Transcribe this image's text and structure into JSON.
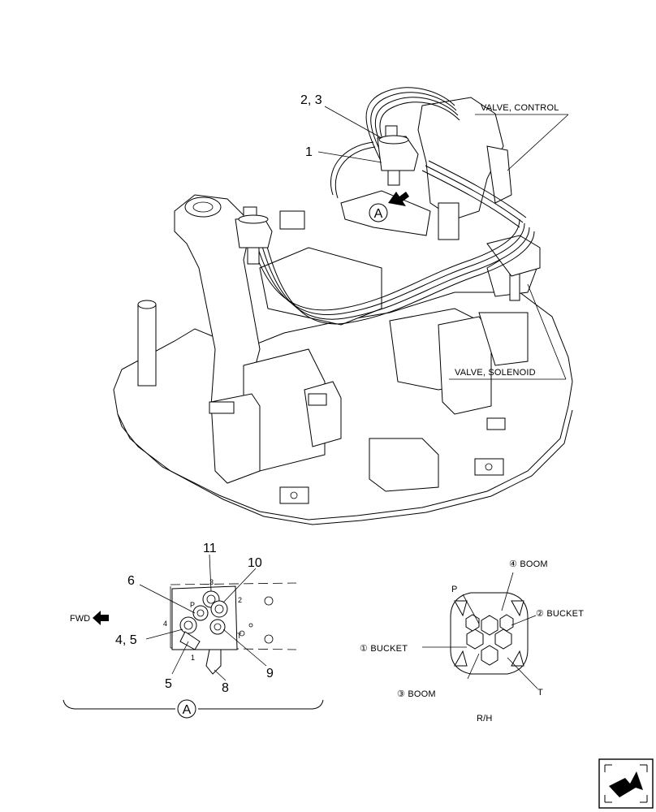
{
  "main_view": {
    "callouts": {
      "c1": "1",
      "c23": "2, 3",
      "detail_ref": "A"
    },
    "labels": {
      "valve_control": "VALVE, CONTROL",
      "valve_solenoid": "VALVE, SOLENOID"
    }
  },
  "detail_a": {
    "callouts": {
      "c11": "11",
      "c10": "10",
      "c6": "6",
      "c45": "4, 5",
      "c5": "5",
      "c8": "8",
      "c9": "9"
    },
    "port_marks": {
      "p3": "3",
      "p2": "2",
      "p4": "4",
      "p1": "1",
      "pP": "P",
      "pT": "T"
    },
    "fwd_label": "FWD",
    "section_label": "A"
  },
  "port_view": {
    "labels": {
      "boom4": "④ BOOM",
      "bucket2": "② BUCKET",
      "bucket1": "① BUCKET",
      "boom3": "③ BOOM",
      "p": "P",
      "t": "T",
      "rh": "R/H"
    }
  },
  "navigation": {
    "icon": "next-page-arrow-icon"
  }
}
